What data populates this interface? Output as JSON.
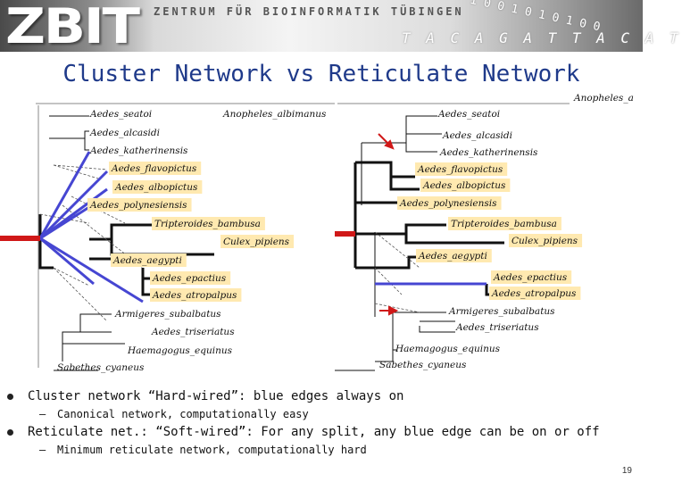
{
  "header": {
    "logo_text": "ZBIT",
    "institute": "ZENTRUM FÜR BIOINFORMATIK TÜBINGEN",
    "dna_text_1": "1 0 0 1 0 1 0 1 0 0",
    "dna_text_2": "T A C A G A T T A C A T"
  },
  "title": "Cluster Network vs Reticulate Network",
  "left_network": {
    "labels": [
      {
        "text": "Aedes_seatoi",
        "highlight": false
      },
      {
        "text": "Anopheles_albimanus",
        "highlight": false
      },
      {
        "text": "Aedes_alcasidi",
        "highlight": false
      },
      {
        "text": "Aedes_katherinensis",
        "highlight": false
      },
      {
        "text": "Aedes_flavopictus",
        "highlight": true
      },
      {
        "text": "Aedes_albopictus",
        "highlight": true
      },
      {
        "text": "Aedes_polynesiensis",
        "highlight": true
      },
      {
        "text": "Tripteroides_bambusa",
        "highlight": true
      },
      {
        "text": "Culex_pipiens",
        "highlight": true
      },
      {
        "text": "Aedes_aegypti",
        "highlight": true
      },
      {
        "text": "Aedes_epactius",
        "highlight": true
      },
      {
        "text": "Aedes_atropalpus",
        "highlight": true
      },
      {
        "text": "Armigeres_subalbatus",
        "highlight": false
      },
      {
        "text": "Aedes_triseriatus",
        "highlight": false
      },
      {
        "text": "Haemagogus_equinus",
        "highlight": false
      },
      {
        "text": "Sabethes_cyaneus",
        "highlight": false
      }
    ]
  },
  "right_network": {
    "labels": [
      {
        "text": "Anopheles_a",
        "highlight": false
      },
      {
        "text": "Aedes_seatoi",
        "highlight": false
      },
      {
        "text": "Aedes_alcasidi",
        "highlight": false
      },
      {
        "text": "Aedes_katherinensis",
        "highlight": false
      },
      {
        "text": "Aedes_flavopictus",
        "highlight": true
      },
      {
        "text": "Aedes_albopictus",
        "highlight": true
      },
      {
        "text": "Aedes_polynesiensis",
        "highlight": true
      },
      {
        "text": "Tripteroides_bambusa",
        "highlight": true
      },
      {
        "text": "Culex_pipiens",
        "highlight": true
      },
      {
        "text": "Aedes_aegypti",
        "highlight": true
      },
      {
        "text": "Aedes_epactius",
        "highlight": true
      },
      {
        "text": "Aedes_atropalpus",
        "highlight": true
      },
      {
        "text": "Armigeres_subalbatus",
        "highlight": false
      },
      {
        "text": "Aedes_triseriatus",
        "highlight": false
      },
      {
        "text": "Haemagogus_equinus",
        "highlight": false
      },
      {
        "text": "Sabethes_cyaneus",
        "highlight": false
      }
    ]
  },
  "bullets": [
    {
      "text": "Cluster network “Hard-wired”: blue edges always on",
      "sub": "Canonical network, computationally easy"
    },
    {
      "text": "Reticulate net.: “Soft-wired”: For any split, any blue edge can be on or off",
      "sub": "Minimum reticulate network, computationally hard"
    }
  ],
  "page_number": "19",
  "colors": {
    "title": "#1f3a8a",
    "blue_edge": "#4646d2",
    "root_edge": "#d01818",
    "label_highlight": "#ffe9b0"
  }
}
